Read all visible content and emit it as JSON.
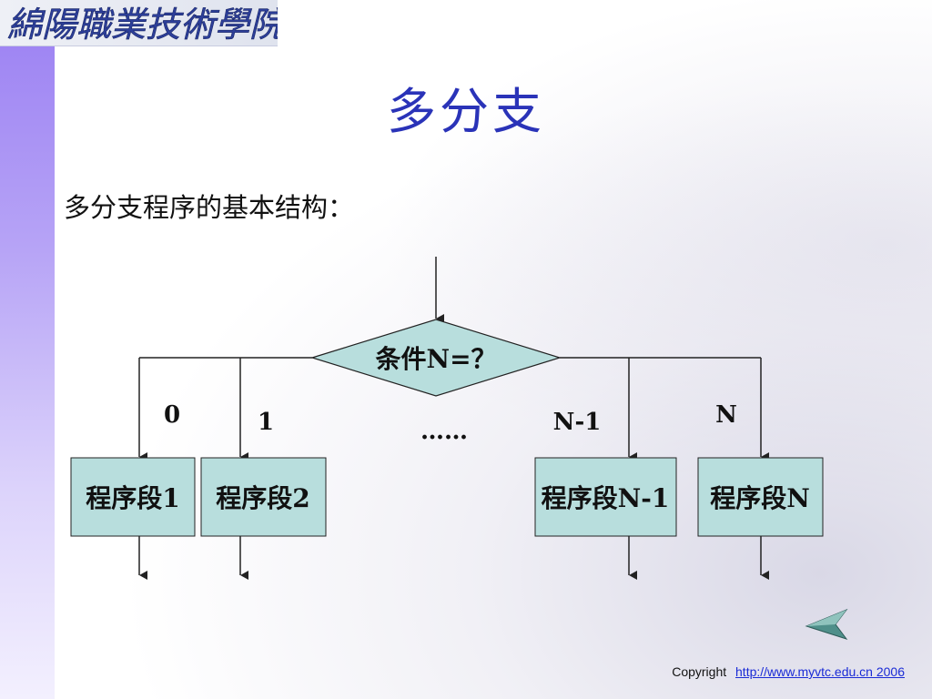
{
  "header": {
    "logo_text": "綿陽職業技術學院"
  },
  "slide": {
    "title": "多分支",
    "subtitle": "多分支程序的基本结构："
  },
  "diagram": {
    "decision_label": "条件N=？",
    "branch_labels": [
      "0",
      "1",
      "N-1",
      "N"
    ],
    "ellipsis": "……",
    "boxes": [
      "程序段1",
      "程序段2",
      "程序段N-1",
      "程序段N"
    ],
    "colors": {
      "fill": "#b8dedd",
      "stroke": "#222222"
    }
  },
  "footer": {
    "copyright": "Copyright",
    "link_text": "http://www.myvtc.edu.cn 2006"
  },
  "nav": {
    "next_icon": "next-slide-arrow-icon"
  }
}
